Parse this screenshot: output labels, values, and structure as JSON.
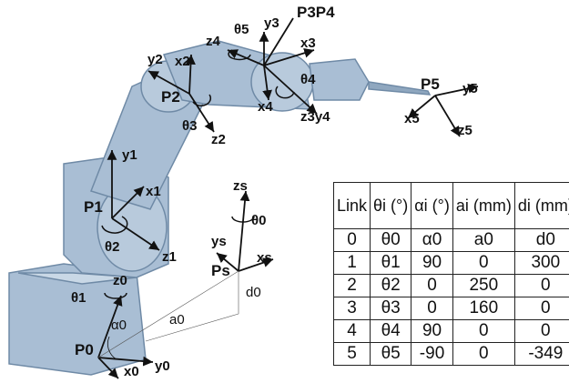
{
  "labels": {
    "P3P4": "P3P4",
    "P5": "P5",
    "P2": "P2",
    "P1": "P1",
    "P0": "P0",
    "Ps": "Ps",
    "theta1": "θ1",
    "theta2": "θ2",
    "theta3": "θ3",
    "theta4": "θ4",
    "theta5": "θ5",
    "theta0": "θ0",
    "alpha0": "α0",
    "a0": "a0",
    "d0": "d0",
    "x0": "x0",
    "y0": "y0",
    "z0": "z0",
    "x1": "x1",
    "y1": "y1",
    "z1": "z1",
    "x2": "x2",
    "y2": "y2",
    "z2": "z2",
    "x3": "x3",
    "y3": "y3",
    "z3": "z3",
    "x4": "x4",
    "y4": "y4",
    "z4": "z4",
    "x5": "x5",
    "y5": "y5",
    "z5": "z5",
    "xs": "xs",
    "ys": "ys",
    "zs": "zs"
  },
  "table": {
    "headers": [
      "Link",
      "θi (°)",
      "αi (°)",
      "ai (mm)",
      "di (mm)"
    ],
    "rows": [
      [
        "0",
        "θ0",
        "α0",
        "a0",
        "d0"
      ],
      [
        "1",
        "θ1",
        "90",
        "0",
        "300"
      ],
      [
        "2",
        "θ2",
        "0",
        "250",
        "0"
      ],
      [
        "3",
        "θ3",
        "0",
        "160",
        "0"
      ],
      [
        "4",
        "θ4",
        "90",
        "0",
        "0"
      ],
      [
        "5",
        "θ5",
        "-90",
        "0",
        "-349"
      ]
    ]
  }
}
